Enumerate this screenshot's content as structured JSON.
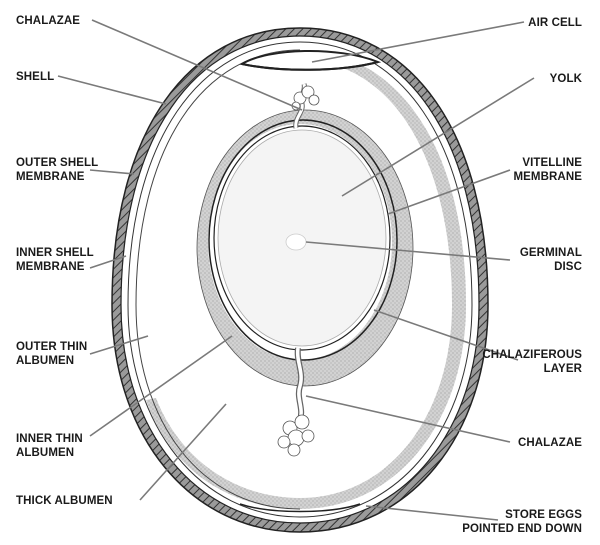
{
  "labels": {
    "chalazae_top": [
      "CHALAZAE"
    ],
    "shell": [
      "SHELL"
    ],
    "outer_shell_membrane": [
      "OUTER SHELL",
      "MEMBRANE"
    ],
    "inner_shell_membrane": [
      "INNER SHELL",
      "MEMBRANE"
    ],
    "outer_thin_albumen": [
      "OUTER THIN",
      "ALBUMEN"
    ],
    "inner_thin_albumen": [
      "INNER THIN",
      "ALBUMEN"
    ],
    "thick_albumen": [
      "THICK ALBUMEN"
    ],
    "air_cell": [
      "AIR CELL"
    ],
    "yolk": [
      "YOLK"
    ],
    "vitelline_membrane": [
      "VITELLINE",
      "MEMBRANE"
    ],
    "germinal_disc": [
      "GERMINAL",
      "DISC"
    ],
    "chalaziferous_layer": [
      "CHALAZIFEROUS",
      "LAYER"
    ],
    "chalazae_bottom": [
      "CHALAZAE"
    ],
    "store_eggs": [
      "STORE EGGS",
      "POINTED END DOWN"
    ]
  },
  "colors": {
    "ink": "#1a1a1a",
    "thick_albumen_shade": "#c8c8c8",
    "shell_shade": "#6a6a6a",
    "leader": "#808080"
  }
}
